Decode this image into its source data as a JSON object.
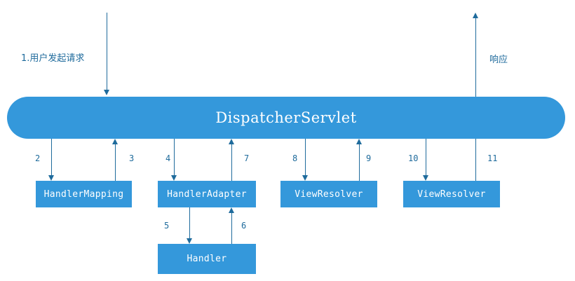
{
  "diagram": {
    "title_node": {
      "label": "DispatcherServlet",
      "fill": "#3498db",
      "text_color": "#ffffff"
    },
    "colors": {
      "node_fill": "#3498db",
      "line": "#1f6b9c",
      "background": "#ffffff",
      "node_text": "#ffffff"
    },
    "annotations": {
      "request": "1.用户发起请求",
      "response": "响应"
    },
    "nodes": [
      {
        "id": "handler-mapping",
        "label": "HandlerMapping"
      },
      {
        "id": "handler-adapter",
        "label": "HandlerAdapter"
      },
      {
        "id": "view-resolver-1",
        "label": "ViewResolver"
      },
      {
        "id": "view-resolver-2",
        "label": "ViewResolver"
      },
      {
        "id": "handler",
        "label": "Handler"
      }
    ],
    "step_numbers": {
      "s2": "2",
      "s3": "3",
      "s4": "4",
      "s5": "5",
      "s6": "6",
      "s7": "7",
      "s8": "8",
      "s9": "9",
      "s10": "10",
      "s11": "11"
    }
  }
}
